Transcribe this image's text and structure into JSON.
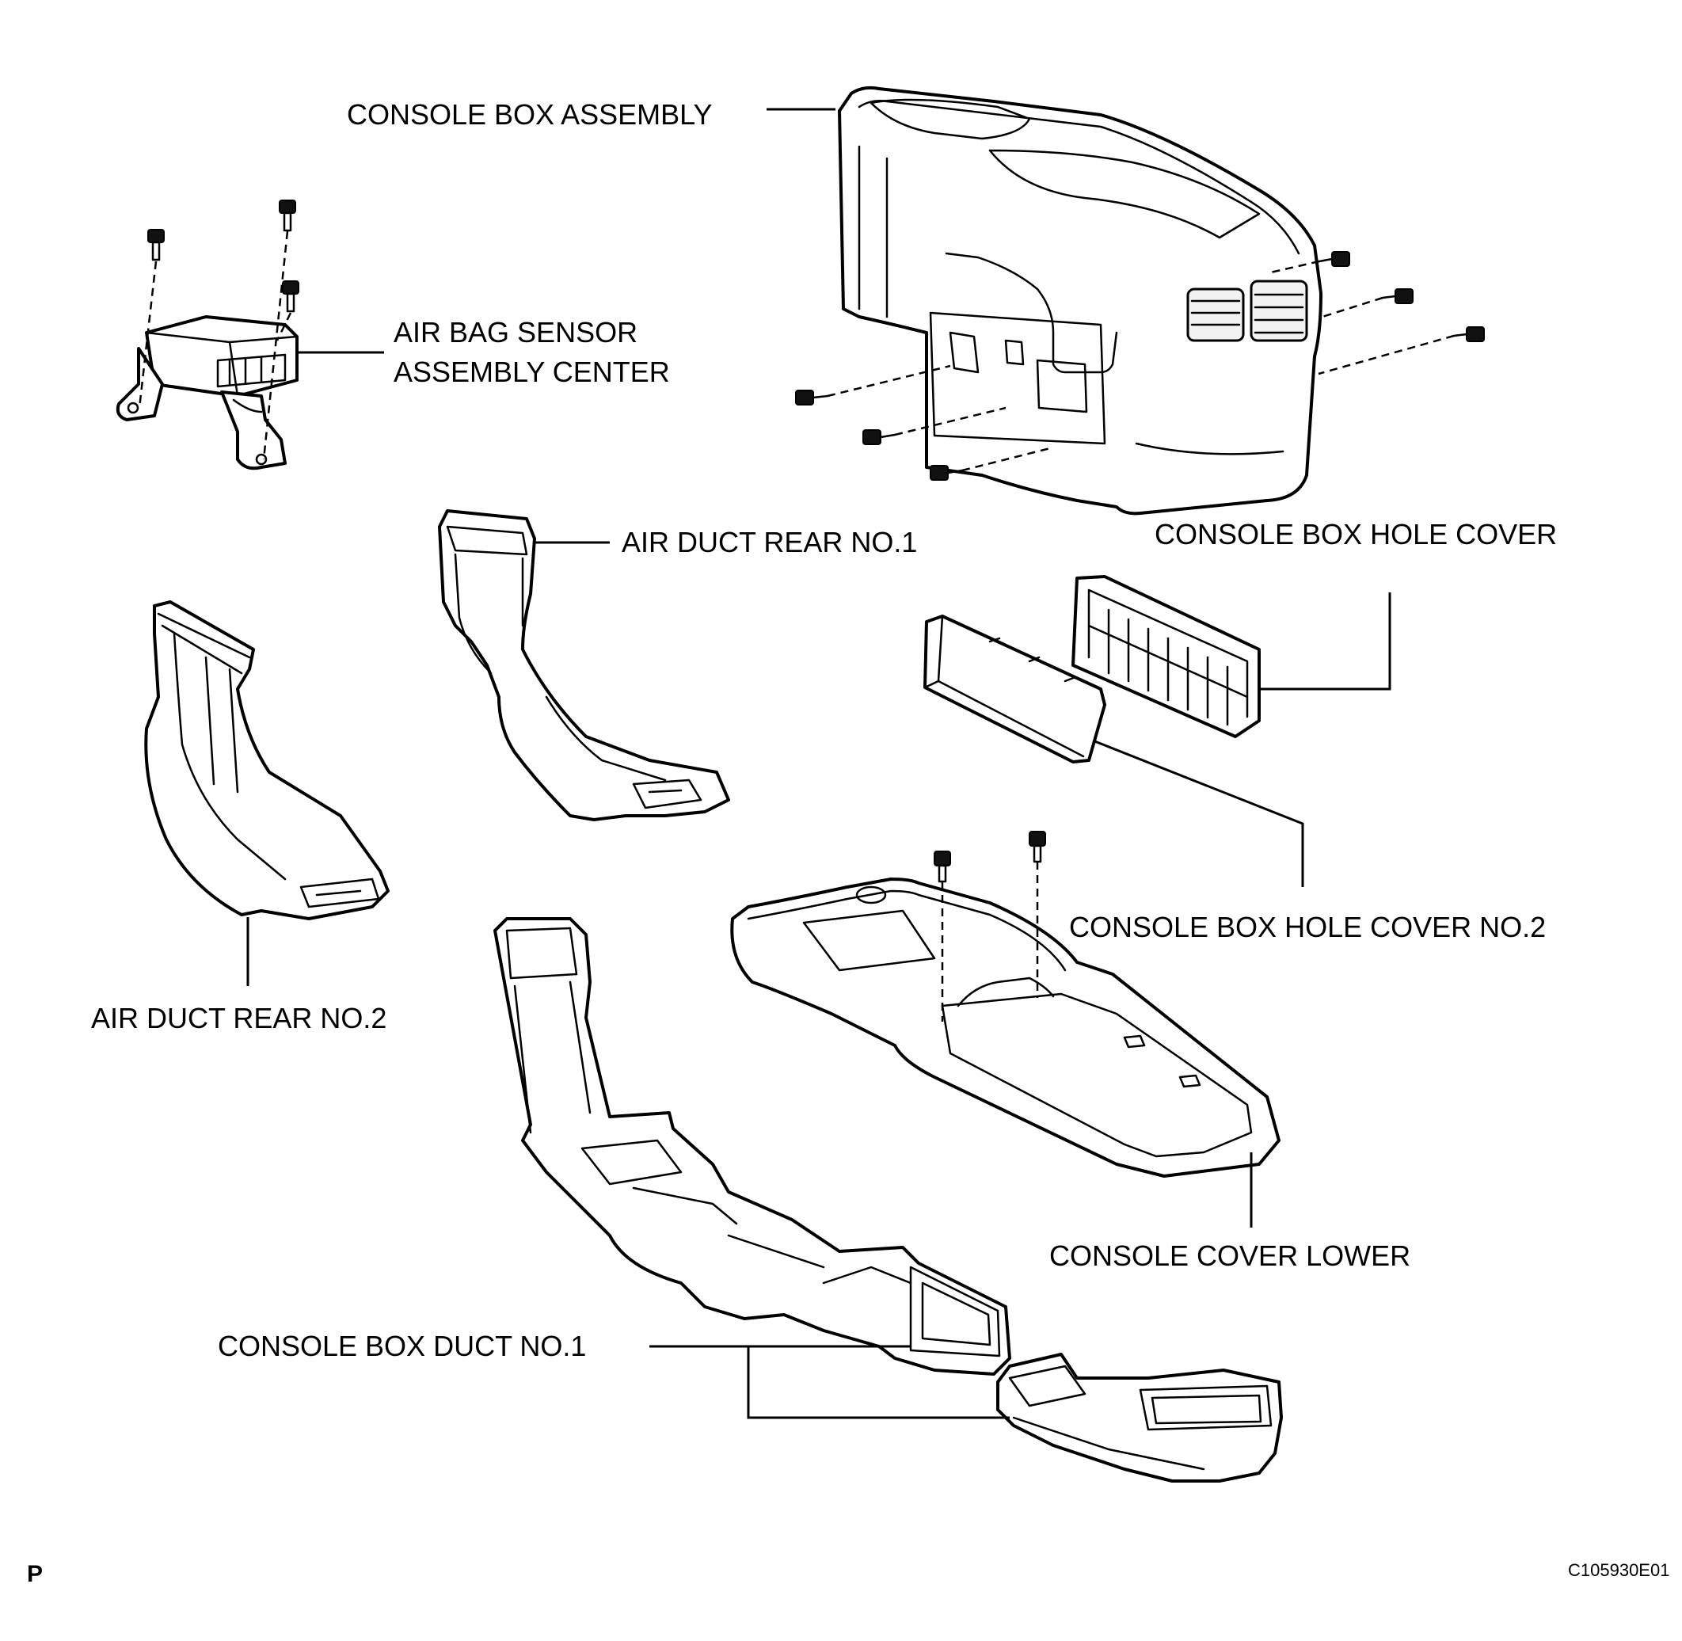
{
  "labels": {
    "console_box_assembly": "CONSOLE BOX ASSEMBLY",
    "air_bag_sensor_line1": "AIR BAG SENSOR",
    "air_bag_sensor_line2": "ASSEMBLY CENTER",
    "air_duct_rear_no1": "AIR DUCT REAR NO.1",
    "console_box_hole_cover": "CONSOLE BOX HOLE COVER",
    "air_duct_rear_no2": "AIR DUCT REAR NO.2",
    "console_box_hole_cover_no2": "CONSOLE BOX HOLE COVER NO.2",
    "console_cover_lower": "CONSOLE COVER LOWER",
    "console_box_duct_no1": "CONSOLE BOX DUCT NO.1"
  },
  "footer": {
    "page_marker": "P",
    "figure_code": "C105930E01"
  }
}
